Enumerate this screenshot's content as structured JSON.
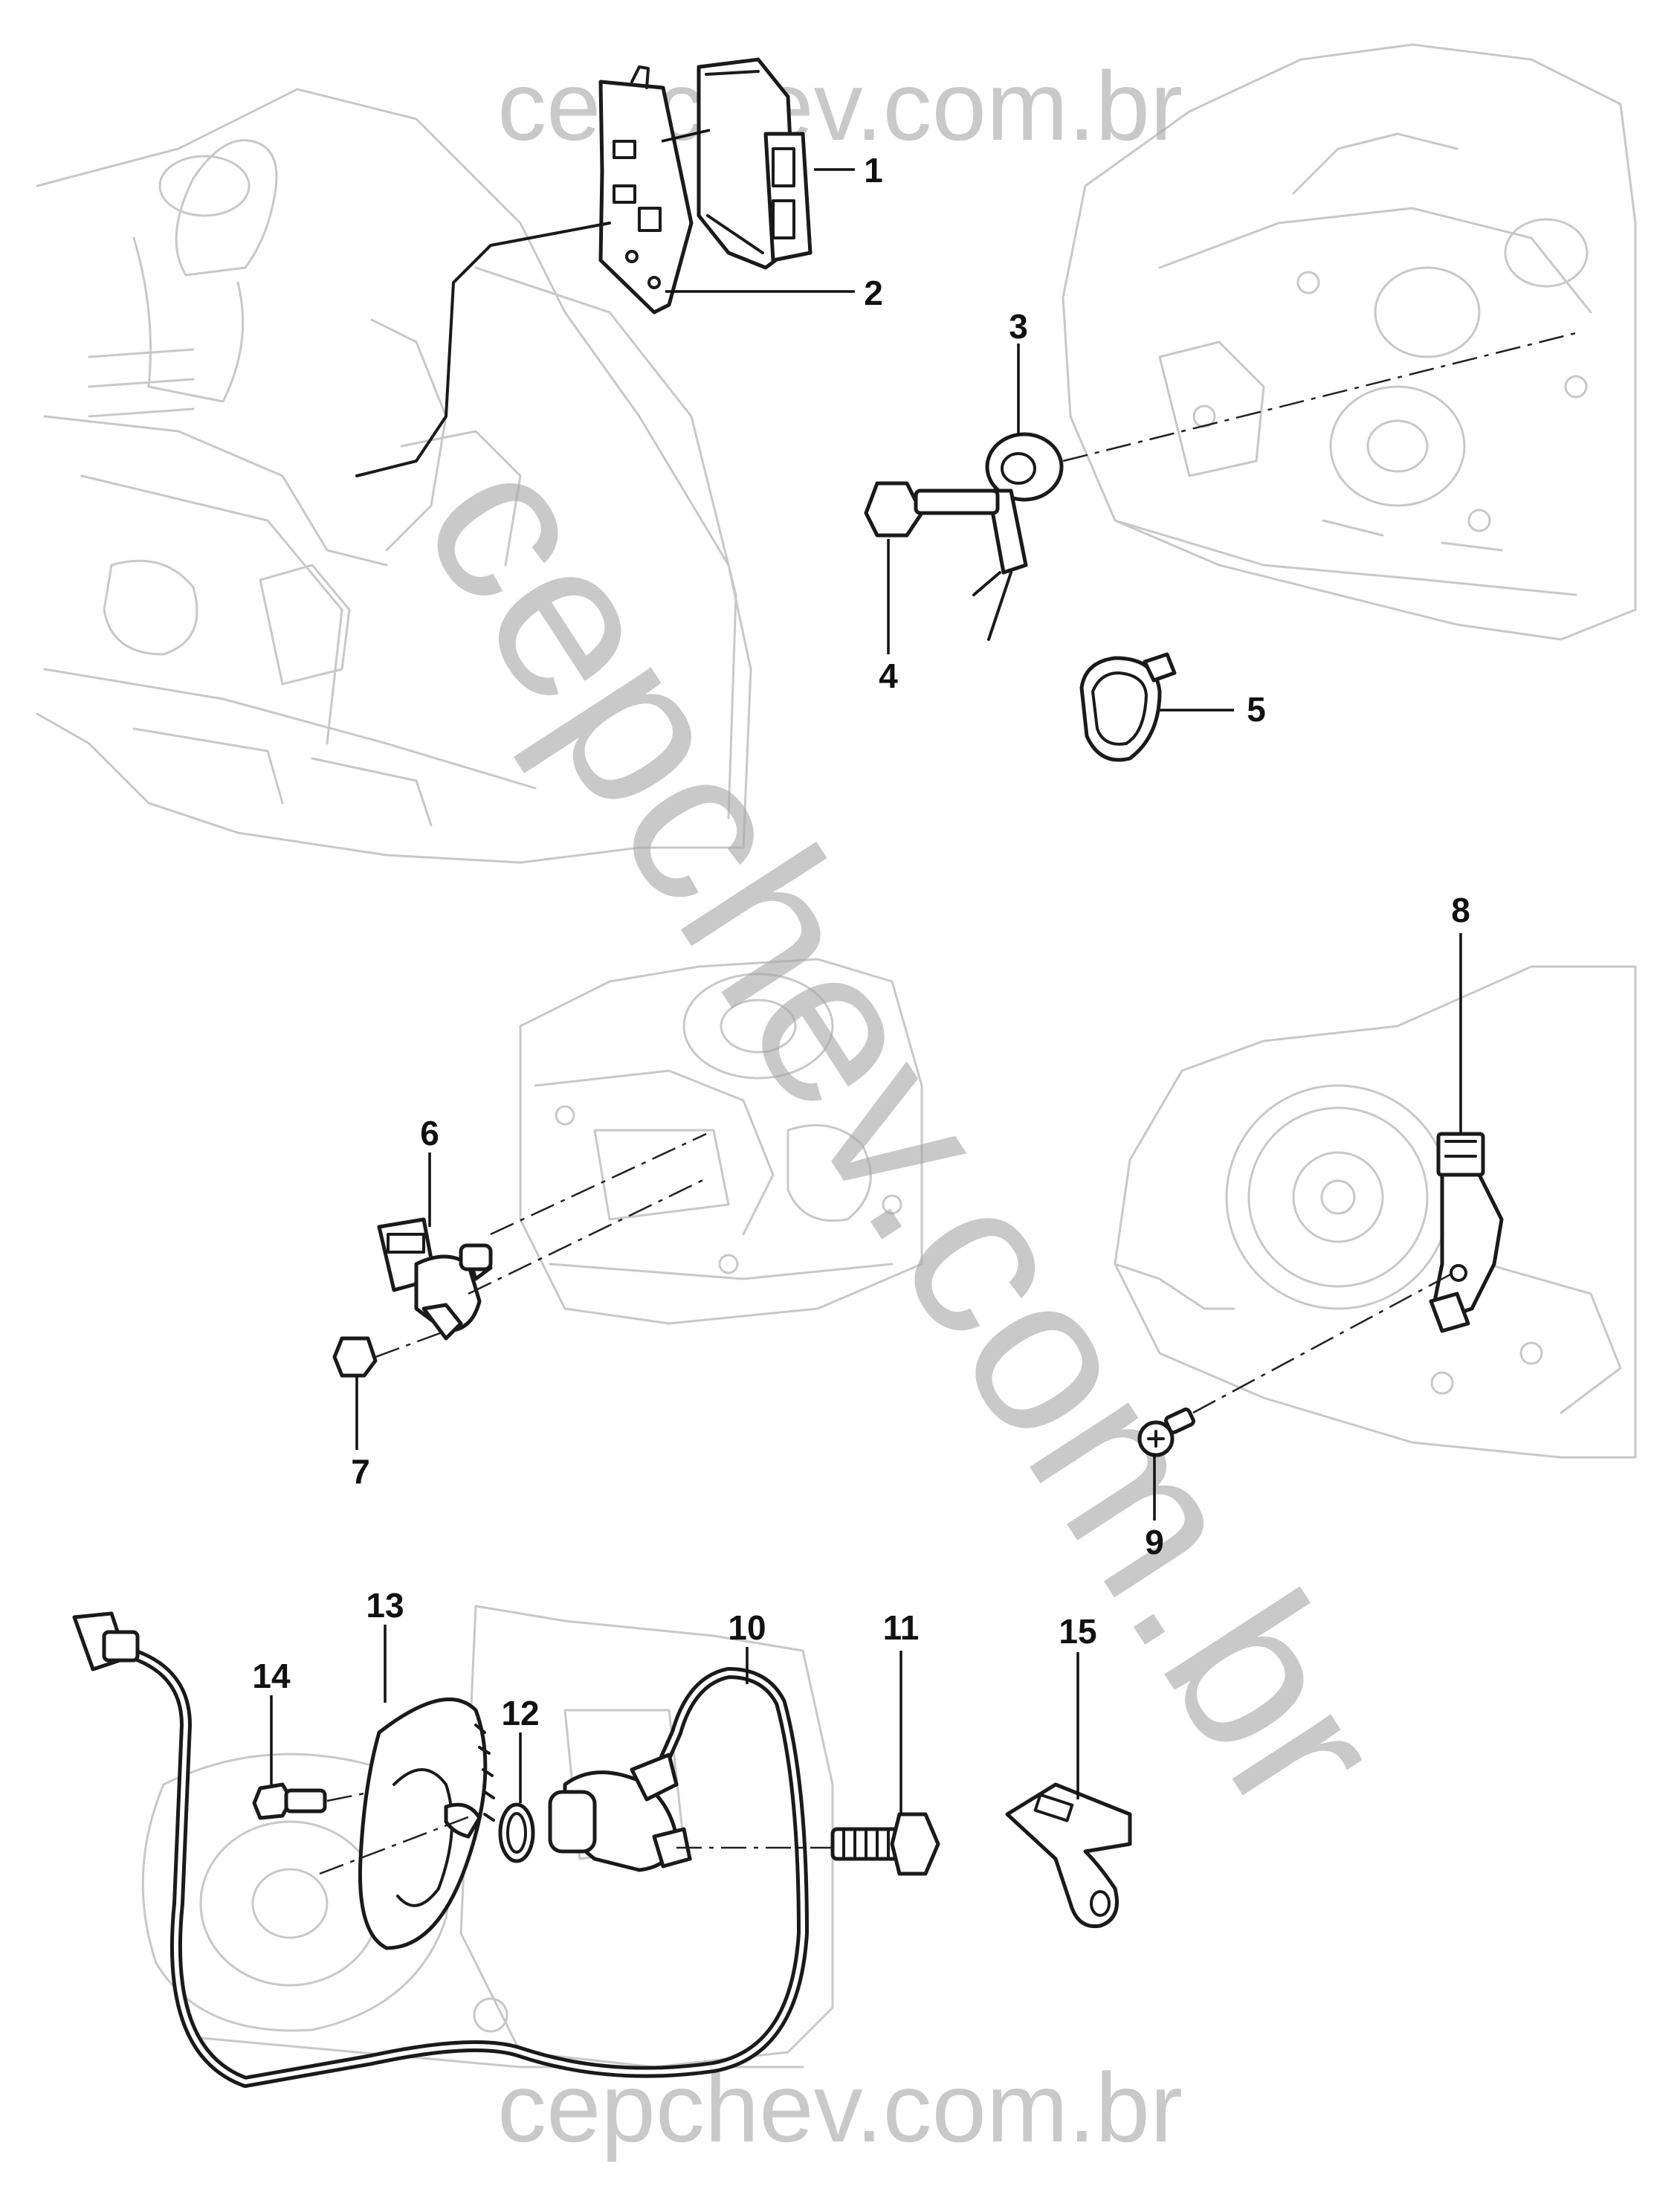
{
  "watermark": {
    "top": "cepchev.com.br",
    "bottom": "cepchev.com.br",
    "diagonal": "cepchev.com.br",
    "color": "#a9a9a9"
  },
  "callouts": {
    "1": "1",
    "2": "2",
    "3": "3",
    "4": "4",
    "5": "5",
    "6": "6",
    "7": "7",
    "8": "8",
    "9": "9",
    "10": "10",
    "11": "11",
    "12": "12",
    "13": "13",
    "14": "14",
    "15": "15"
  },
  "colors": {
    "line_art": "#1a1a1a",
    "background_art": "#c8c8c8",
    "paper": "#ffffff"
  }
}
